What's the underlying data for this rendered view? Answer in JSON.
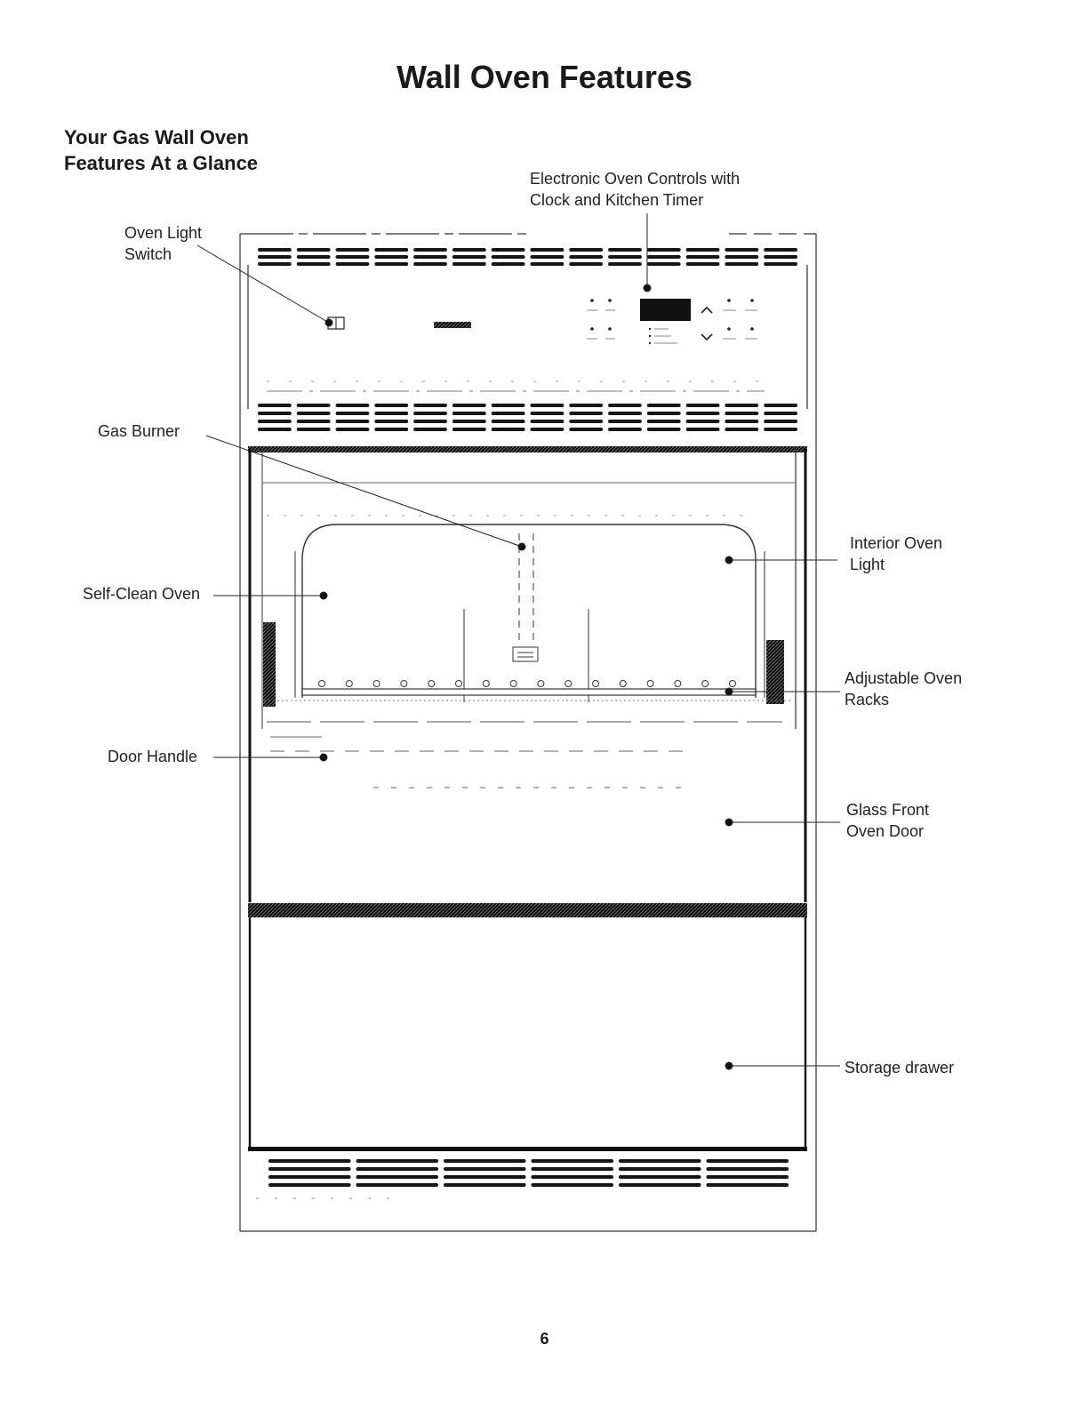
{
  "page": {
    "title": "Wall Oven Features",
    "subtitle_line1": "Your Gas Wall Oven",
    "subtitle_line2": "Features At a Glance",
    "page_number": "6"
  },
  "callouts": {
    "oven_light_switch": [
      "Oven Light",
      "Switch"
    ],
    "electronic_controls": [
      "Electronic Oven Controls with",
      "Clock and Kitchen Timer"
    ],
    "gas_burner": [
      "Gas Burner"
    ],
    "self_clean_oven": [
      "Self-Clean Oven"
    ],
    "interior_oven_light": [
      "Interior  Oven",
      "Light"
    ],
    "adjustable_racks": [
      "Adjustable Oven",
      "Racks"
    ],
    "door_handle": [
      "Door Handle"
    ],
    "glass_front_door": [
      "Glass Front",
      "Oven Door"
    ],
    "storage_drawer": [
      "Storage drawer"
    ]
  }
}
